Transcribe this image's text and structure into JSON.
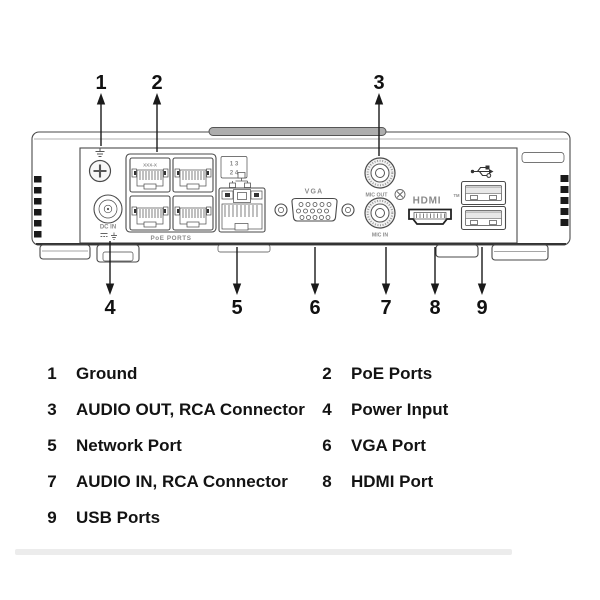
{
  "callouts": {
    "top": [
      {
        "num": "1",
        "target": "ground"
      },
      {
        "num": "2",
        "target": "poe-ports"
      },
      {
        "num": "3",
        "target": "audio-out"
      }
    ],
    "bottom": [
      {
        "num": "4",
        "target": "power-input"
      },
      {
        "num": "5",
        "target": "network-port"
      },
      {
        "num": "6",
        "target": "vga-port"
      },
      {
        "num": "7",
        "target": "audio-in"
      },
      {
        "num": "8",
        "target": "hdmi-port"
      },
      {
        "num": "9",
        "target": "usb-ports"
      }
    ]
  },
  "panel": {
    "poe_label": "PoE PORTS",
    "poe_port_tag": "XXX-X",
    "pin_map_row1": "1 3",
    "pin_map_row2": "2 4",
    "dc_label": "DC IN",
    "vga_label": "VGA",
    "audio_out_label": "MIC OUT",
    "audio_in_label": "MIC IN",
    "hdmi_logo": "HDMI",
    "hdmi_tm": "TM"
  },
  "legend": {
    "items": [
      {
        "num": "1",
        "label": "Ground"
      },
      {
        "num": "2",
        "label": "PoE Ports"
      },
      {
        "num": "3",
        "label": "AUDIO OUT, RCA Connector"
      },
      {
        "num": "4",
        "label": "Power Input"
      },
      {
        "num": "5",
        "label": "Network Port"
      },
      {
        "num": "6",
        "label": "VGA Port"
      },
      {
        "num": "7",
        "label": "AUDIO IN, RCA Connector"
      },
      {
        "num": "8",
        "label": "HDMI Port"
      },
      {
        "num": "9",
        "label": "USB Ports"
      }
    ]
  },
  "colors": {
    "outline": "#4a4a4a",
    "callout": "#111111",
    "legend_text": "#131313",
    "divider": "#ececec"
  }
}
